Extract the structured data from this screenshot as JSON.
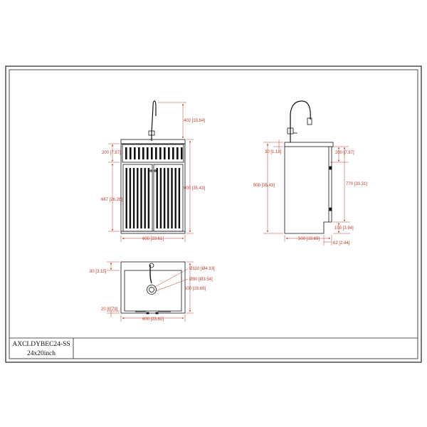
{
  "colors": {
    "outline": "#111111",
    "dimension": "#c0392b",
    "border": "#222222"
  },
  "front_view": {
    "faucet_height": "402 [15.84]",
    "drawer_height": "200 [7.87]",
    "door_height": "667 [26.26]",
    "total_height": "900 [35.43]",
    "width": "600 [23.61]"
  },
  "side_view": {
    "top_thickness": "30 [1.18]",
    "drawer_height": "200 [7.87]",
    "total_height": "900 [35.43]",
    "body_height": "770 [30.31]",
    "toe_kick_height": "100 [3.94]",
    "depth": "500 [19.69]",
    "toe_kick_depth": "62 [2.44]"
  },
  "top_view": {
    "back_ledge": "80 [3.15]",
    "front_ledge": "20 [0.79]",
    "faucet_hole": "Ø110 [Ø4.33]",
    "drain_hole": "Ø90 [Ø3.54]",
    "depth": "500 [19.69]",
    "width": "600 [23.62]"
  },
  "title_block": {
    "model": "AXCLDYBEC24-SS",
    "size": "24x20inch"
  }
}
